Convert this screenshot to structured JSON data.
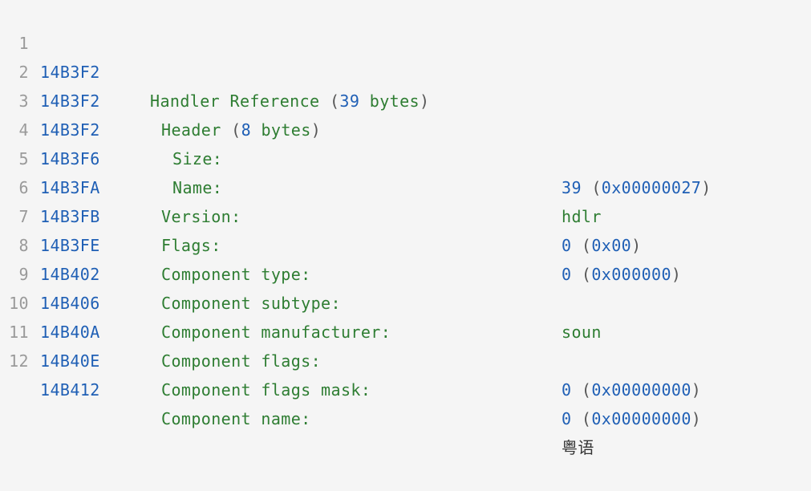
{
  "colors": {
    "background": "#f5f5f5",
    "line_number": "#9a9a9a",
    "offset": "#1f5fb5",
    "label": "#2e7d32",
    "number": "#1f5fb5",
    "punctuation": "#555555"
  },
  "rows": [
    {
      "line": "1",
      "offset": "14B3F2",
      "label_word": "Handler Reference",
      "open": "(",
      "count": "39",
      "unit": "bytes",
      "close": ")"
    },
    {
      "line": "2",
      "offset": "14B3F2",
      "label_word": "Header",
      "open": "(",
      "count": "8",
      "unit": "bytes",
      "close": ")"
    },
    {
      "line": "3",
      "offset": "14B3F2",
      "label": "Size:",
      "value_num": "39",
      "value_hex": "0x00000027"
    },
    {
      "line": "4",
      "offset": "14B3F6",
      "label": "Name:",
      "value_text": "hdlr"
    },
    {
      "line": "5",
      "offset": "14B3FA",
      "label": "Version:",
      "value_num": "0",
      "value_hex": "0x00"
    },
    {
      "line": "6",
      "offset": "14B3FB",
      "label": "Flags:",
      "value_num": "0",
      "value_hex": "0x000000"
    },
    {
      "line": "7",
      "offset": "14B3FE",
      "label": "Component type:"
    },
    {
      "line": "8",
      "offset": "14B402",
      "label": "Component subtype:",
      "value_text": "soun"
    },
    {
      "line": "9",
      "offset": "14B406",
      "label": "Component manufacturer:"
    },
    {
      "line": "10",
      "offset": "14B40A",
      "label": "Component flags:",
      "value_num": "0",
      "value_hex": "0x00000000"
    },
    {
      "line": "11",
      "offset": "14B40E",
      "label": "Component flags mask:",
      "value_num": "0",
      "value_hex": "0x00000000"
    },
    {
      "line": "12",
      "offset": "14B412",
      "label": "Component name:",
      "value_cjk": "粤语"
    }
  ]
}
